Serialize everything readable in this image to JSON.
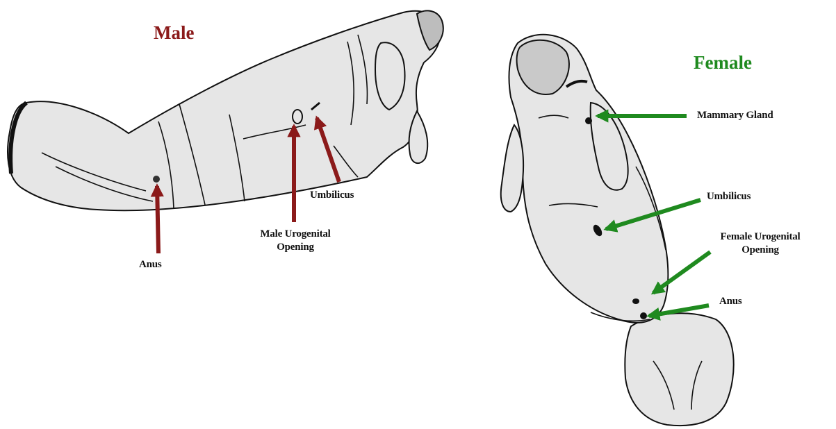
{
  "colors": {
    "male": "#8b1a1a",
    "female": "#1f8a1f",
    "body_fill": "#e6e6e6",
    "outline": "#111111"
  },
  "male": {
    "title": "Male",
    "labels": {
      "anus": "Anus",
      "urogenital_line1": "Male Urogenital",
      "urogenital_line2": "Opening",
      "umbilicus": "Umbilicus"
    }
  },
  "female": {
    "title": "Female",
    "labels": {
      "mammary": "Mammary Gland",
      "umbilicus": "Umbilicus",
      "urogenital_line1": "Female Urogenital",
      "urogenital_line2": "Opening",
      "anus": "Anus"
    }
  }
}
